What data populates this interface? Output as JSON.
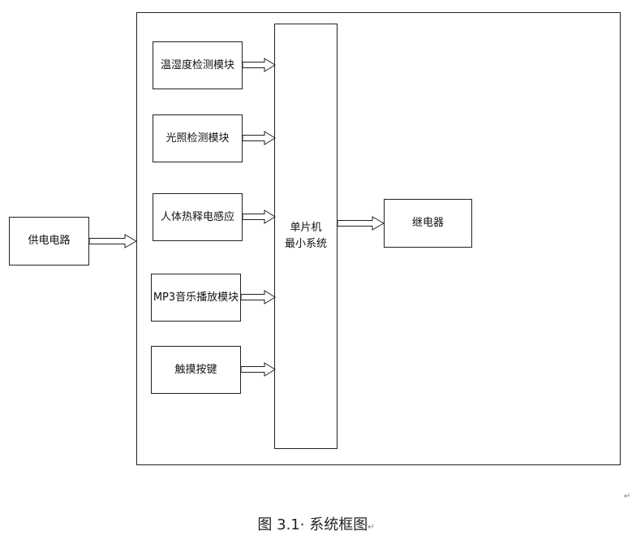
{
  "diagram": {
    "power": "供电电路",
    "modules": [
      "温湿度检测模块",
      "光照检测模块",
      "人体热释电感应",
      "MP3音乐播放模块",
      "触摸按键"
    ],
    "mcu": [
      "单片机",
      "最小系统"
    ],
    "relay": "继电器"
  },
  "caption": "图 3.1· 系统框图",
  "caption_mark": "↵",
  "margin_mark": "↵"
}
